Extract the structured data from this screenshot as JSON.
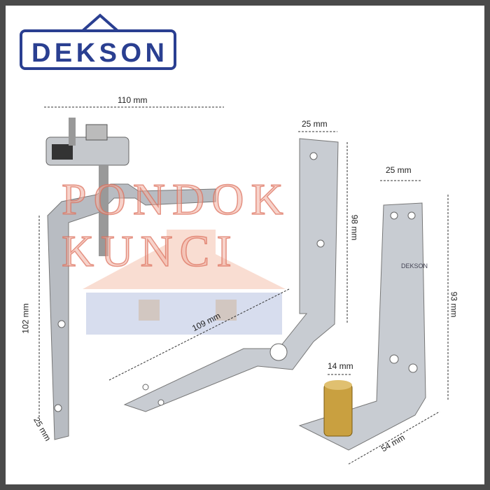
{
  "brand": {
    "logo_text": "DEKSON",
    "color": "#2a3f91"
  },
  "watermark": "PONDOK KUNCI",
  "dimensions": {
    "clamp_width": "110 mm",
    "clamp_height": "102 mm",
    "clamp_depth": "25 mm",
    "arm_length": "109 mm",
    "arm_width": "25 mm",
    "arm_height": "98 mm",
    "pivot_width": "25 mm",
    "pivot_height": "93 mm",
    "pivot_base": "54 mm",
    "pin_diameter": "14 mm"
  },
  "colors": {
    "frame": "#4a4a4a",
    "steel": "#c8ccd2",
    "brass": "#c9a040",
    "watermark": "#e67864"
  }
}
